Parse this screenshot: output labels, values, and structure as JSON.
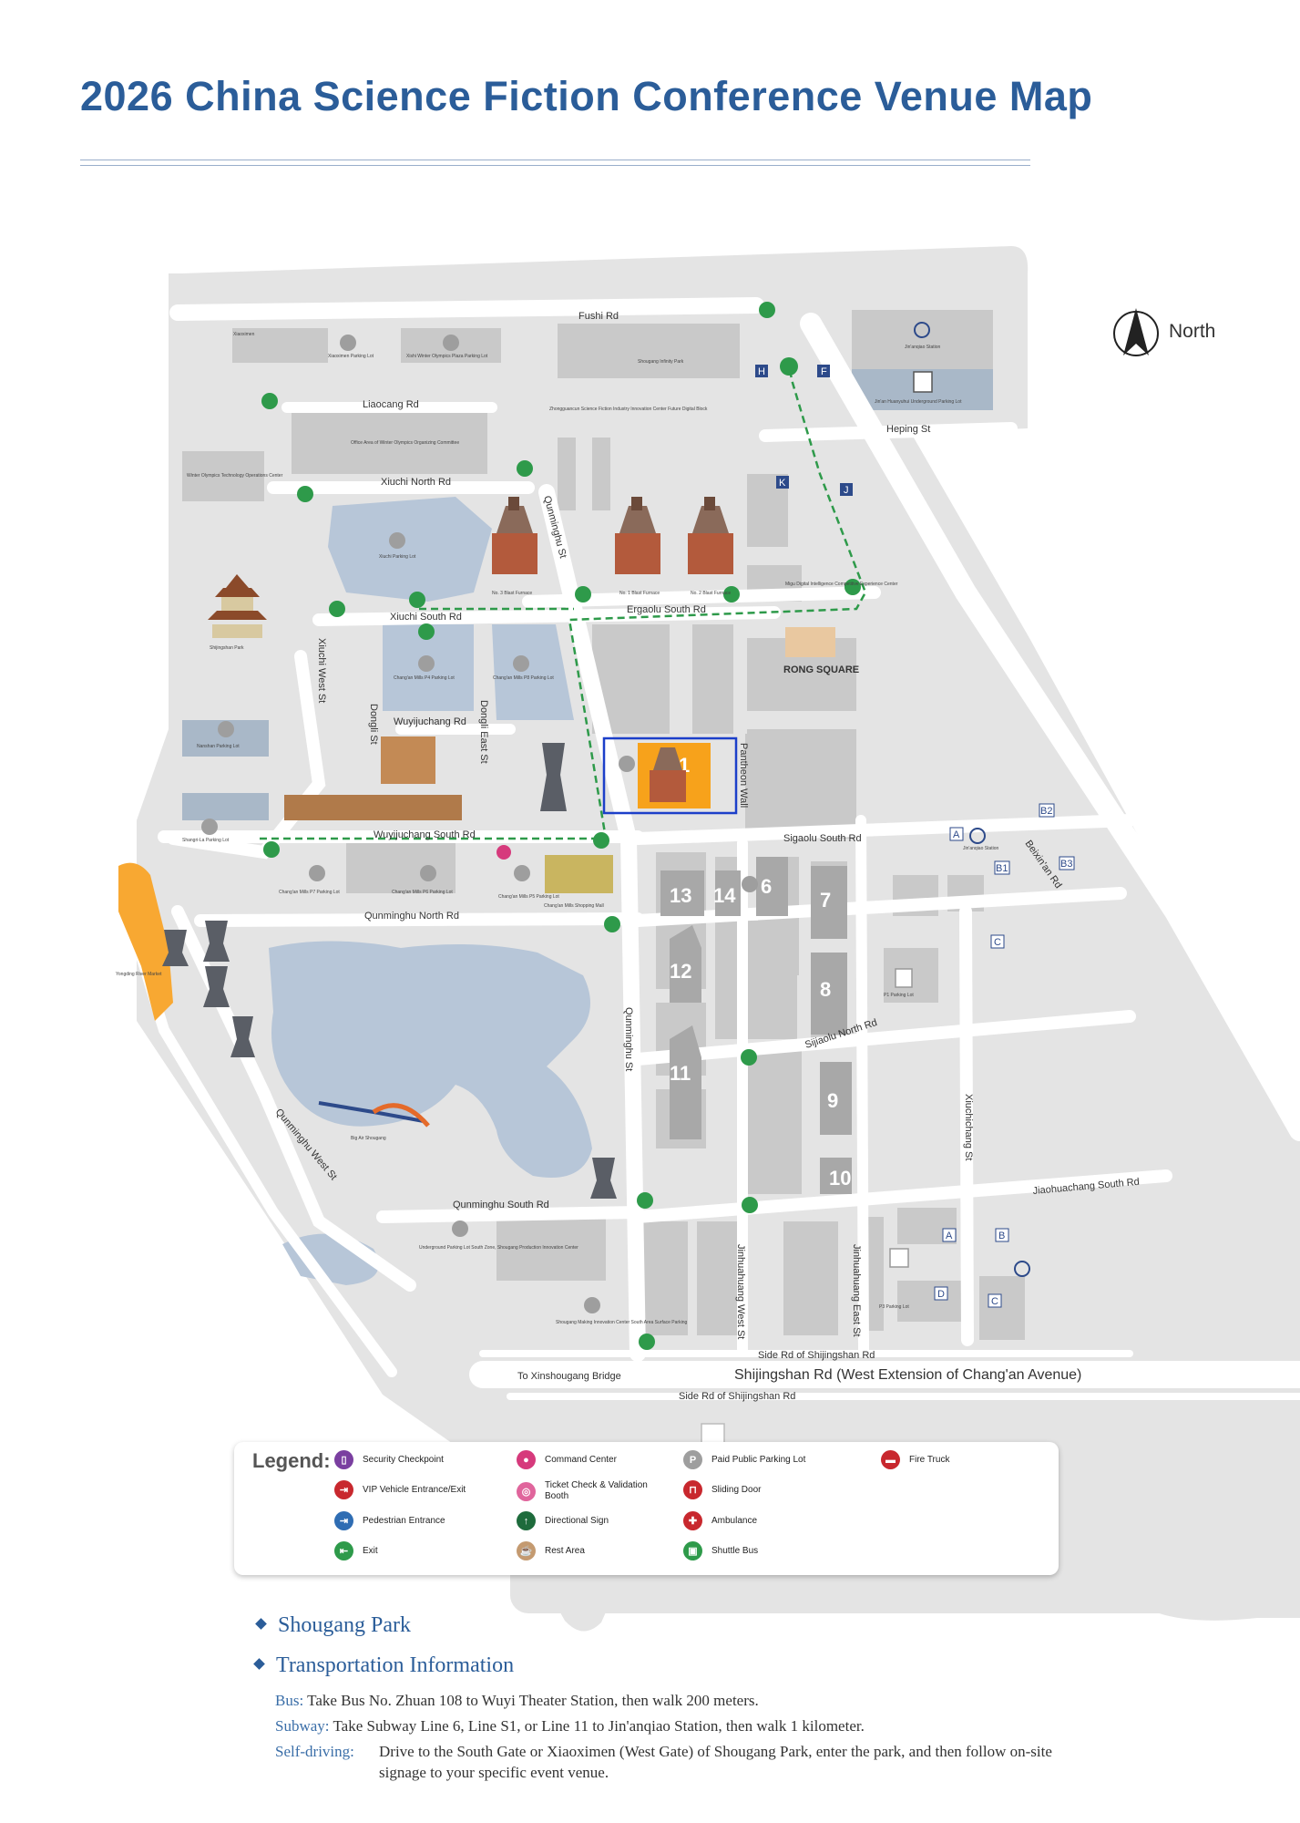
{
  "title": "2026 China Science Fiction Conference Venue Map",
  "north_label": "North",
  "roads": {
    "fushi": "Fushi Rd",
    "liaocang": "Liaocang Rd",
    "xiuchi_north": "Xiuchi North Rd",
    "xiuchi_south": "Xiuchi South Rd",
    "ergaolu_south": "Ergaolu South Rd",
    "heping": "Heping St",
    "xiuchi_west": "Xiuchi West St",
    "dongli": "Dongli St",
    "dongli_east": "Dongli East St",
    "wuyijuchang": "Wuyijuchang Rd",
    "wuyijuchang_south": "Wuyijuchang South Rd",
    "qunminghu_north": "Qunminghu North Rd",
    "qunminghu_st_upper": "Qunminghu St",
    "qunminghu_st_lower": "Qunminghu St",
    "qunminghu_west": "Qunminghu West St",
    "qunminghu_south": "Qunminghu South Rd",
    "beixinan": "Beixin'an Rd",
    "xiuchichang": "Xiuchichang St",
    "jiaohuachang_south": "Jiaohuachang South Rd",
    "sijiaolu_north": "Sijiaolu North Rd",
    "sigaolu_south": "Sigaolu South Rd",
    "shijingshan": "Shijingshan Rd (West Extension of Chang'an Avenue)",
    "side_rd_north": "Side Rd of Shijingshan Rd",
    "side_rd_south": "Side Rd of Shijingshan Rd",
    "to_xinshougang": "To Xinshougang Bridge",
    "pantheon_wall": "Pantheon Wall",
    "jinhuahuang_west": "Jinhuahuang West St",
    "jinhuahuang_east": "Jinhuahuang East St"
  },
  "places": {
    "rong_square": "RONG SQUARE",
    "big_air": "Big Air Shougang",
    "changan_mall": "Chang'an Mills Shopping Mall",
    "yongding": "Yongding River Market",
    "xiaoximen": "Xiaoximen",
    "xiaoximen_parking": "Xiaoximen Parking Lot",
    "winter_olympic_plaza": "Xishi Winter Olympics Plaza Parking Lot",
    "shougang_infinity": "Shougang Infinity Park",
    "jinanqiao_station": "Jin'anqiao Station",
    "jinanqiao_parking": "Jin'an Huanyuhui Underground Parking Lot",
    "office_area": "Office Area of Winter Olympics Organizing Committee",
    "winter_olympic_tech": "Winter Olympics Technology Operations Center",
    "zhongguancun": "Zhongguancun Science Fiction Industry Innovation Center Future Digital Block",
    "xiuchi_parking": "Xiuchi Parking Lot",
    "no3_furnace": "No. 3 Blast Furnace",
    "no1_furnace": "No. 1 Blast Furnace",
    "no2_furnace": "No. 2 Blast Furnace",
    "migu": "Migu Digital Intelligence Competitive Experience Center",
    "shijingshan_park": "Shijingshan Park",
    "nanshan_parking": "Nanshan Parking Lot",
    "shangri_la_parking": "Shangri-La Parking Lot",
    "changan_p4": "Chang'an Mills P4 Parking Lot",
    "changan_p8": "Chang'an Mills P8 Parking Lot",
    "changan_p7": "Chang'an Mills P7 Parking Lot",
    "changan_p6": "Chang'an Mills P6 Parking Lot",
    "changan_p5": "Chang'an Mills P5 Parking Lot",
    "jinanqiao_subway": "Jin'anqiao Station",
    "p1_parking": "P1 Parking Lot",
    "p3_parking": "P3 Parking Lot",
    "underground_parking": "Underground Parking Lot South Zone, Shougang Production Innovation Center",
    "shougang_making": "Shougang Making Innovation Center South Area Surface Parking"
  },
  "venues": [
    "1",
    "6",
    "7",
    "8",
    "9",
    "10",
    "11",
    "12",
    "13",
    "14"
  ],
  "station_markers": [
    "A",
    "B",
    "B1",
    "B2",
    "B3",
    "C",
    "D",
    "H",
    "F",
    "K",
    "J"
  ],
  "legend": {
    "heading": "Legend:",
    "items": [
      {
        "label": "Security Checkpoint",
        "icon": "security-checkpoint-icon",
        "color": "#7a3fa0",
        "glyph": "▯"
      },
      {
        "label": "Command Center",
        "icon": "command-center-icon",
        "color": "#d63a7c",
        "glyph": "●"
      },
      {
        "label": "Paid Public Parking Lot",
        "icon": "parking-icon",
        "color": "#9e9e9e",
        "glyph": "P"
      },
      {
        "label": "Fire Truck",
        "icon": "fire-truck-icon",
        "color": "#c8282e",
        "glyph": "▬"
      },
      {
        "label": "VIP Vehicle Entrance/Exit",
        "icon": "vip-entrance-icon",
        "color": "#c8282e",
        "glyph": "⇥"
      },
      {
        "label": "Ticket Check & Validation Booth",
        "icon": "ticket-booth-icon",
        "color": "#e0659c",
        "glyph": "◎"
      },
      {
        "label": "Sliding Door",
        "icon": "sliding-door-icon",
        "color": "#c8282e",
        "glyph": "⊓"
      },
      {
        "label": "Pedestrian Entrance",
        "icon": "pedestrian-entrance-icon",
        "color": "#2f6db3",
        "glyph": "⇥"
      },
      {
        "label": "Directional Sign",
        "icon": "directional-sign-icon",
        "color": "#1e6b3c",
        "glyph": "↑"
      },
      {
        "label": "Ambulance",
        "icon": "ambulance-icon",
        "color": "#c8282e",
        "glyph": "✚"
      },
      {
        "label": "Exit",
        "icon": "exit-icon",
        "color": "#2e9a4a",
        "glyph": "⇤"
      },
      {
        "label": "Rest Area",
        "icon": "rest-area-icon",
        "color": "#c49a70",
        "glyph": "☕"
      },
      {
        "label": "Shuttle Bus",
        "icon": "shuttle-bus-icon",
        "color": "#2e9a4a",
        "glyph": "▣"
      }
    ]
  },
  "sections": {
    "park": "Shougang Park",
    "transport": "Transportation Information"
  },
  "transport": {
    "bus_key": "Bus:",
    "bus_text": "Take Bus No. Zhuan 108 to Wuyi Theater Station, then walk 200 meters.",
    "subway_key": "Subway:",
    "subway_text": "Take Subway Line 6, Line S1, or Line 11 to Jin'anqiao Station, then walk 1 kilometer.",
    "self_key": "Self-driving:",
    "self_text_1": "Drive to the South Gate or Xiaoximen (West Gate) of Shougang Park, enter the park, and then follow on-site",
    "self_text_2": "signage to your specific event venue."
  },
  "colors": {
    "title": "#2b5d99",
    "park_bg": "#e4e4e4",
    "road": "#ffffff",
    "building": "#c9c9c9",
    "water": "#b7c6d8",
    "venue_highlight": "#f7a21b",
    "shuttle_route": "#2e9a4a",
    "venue_border": "#1c3fc9"
  }
}
